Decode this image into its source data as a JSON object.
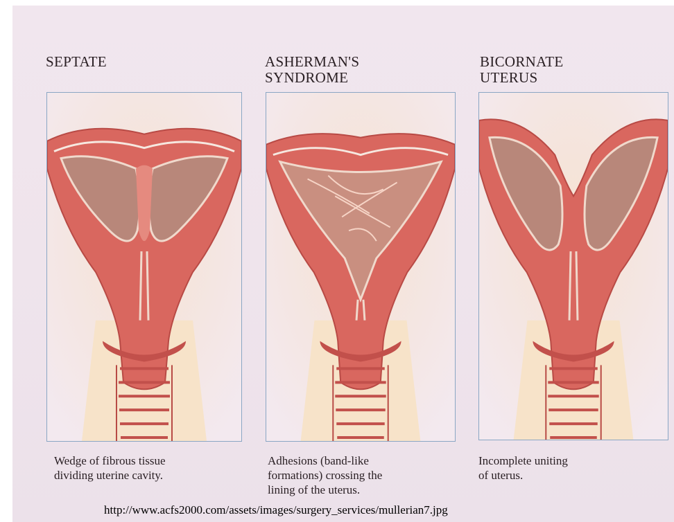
{
  "panels": [
    {
      "title": "SEPTATE",
      "caption": "Wedge of fibrous tissue\ndividing uterine cavity."
    },
    {
      "title": "ASHERMAN'S\nSYNDROME",
      "caption": "Adhesions (band-like\nformations) crossing the\nlining of the uterus."
    },
    {
      "title": "BICORNATE\nUTERUS",
      "caption": "Incomplete uniting\nof uterus."
    }
  ],
  "source_url": "http://www.acfs2000.com/assets/images/surgery_services/mullerian7.jpg",
  "colors": {
    "background": "#efe4ec",
    "frame_border": "#8aa6c4",
    "muscle": "#d9675f",
    "muscle_light": "#ec9a8c",
    "cavity": "#b8877a",
    "stroma": "#f7e3c9"
  }
}
